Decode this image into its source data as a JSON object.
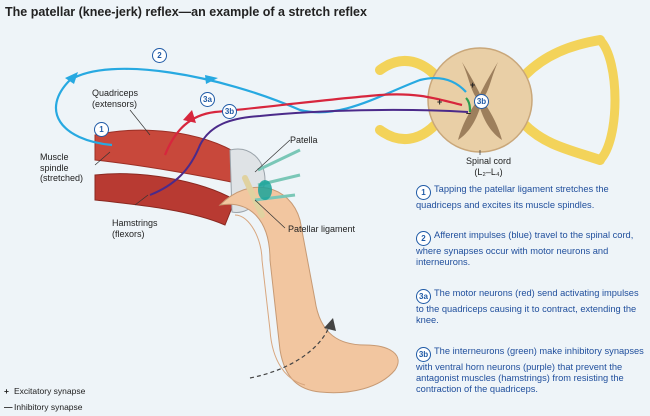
{
  "title": "The patellar (knee-jerk) reflex—an example of a stretch reflex",
  "labels": {
    "quadriceps": "Quadriceps",
    "quadriceps_sub": "(extensors)",
    "muscle_spindle_1": "Muscle",
    "muscle_spindle_2": "spindle",
    "muscle_spindle_3": "(stretched)",
    "hamstrings": "Hamstrings",
    "hamstrings_sub": "(flexors)",
    "patella": "Patella",
    "patellar_ligament": "Patellar ligament",
    "spinal_cord": "Spinal cord",
    "spinal_cord_levels": "(L₂–L₄)"
  },
  "markers": {
    "m1": "1",
    "m2": "2",
    "m3a": "3a",
    "m3b": "3b"
  },
  "steps": [
    {
      "num": "1",
      "text": "Tapping the patellar ligament stretches the quadriceps and excites its muscle spindles."
    },
    {
      "num": "2",
      "text": "Afferent impulses (blue) travel to the spinal cord, where synapses occur with motor neurons and interneurons."
    },
    {
      "num": "3a",
      "text": "The motor neurons (red) send activating impulses to the quadriceps causing it to contract, extending the knee."
    },
    {
      "num": "3b",
      "text": "The interneurons (green) make inhibitory synapses with ventral horn neurons (purple) that prevent the antagonist muscles (hamstrings) from resisting the contraction of the quadriceps."
    }
  ],
  "legend": {
    "excitatory_symbol": "+",
    "excitatory": "Excitatory synapse",
    "inhibitory_symbol": "—",
    "inhibitory": "Inhibitory synapse"
  },
  "cord_signs": {
    "plus1": "+",
    "plus2": "+",
    "minus": "–"
  },
  "colors": {
    "afferent": "#27a9e1",
    "motor": "#d7263d",
    "inhibitory_neuron": "#2e9e4f",
    "ventral_horn": "#4b2a8a",
    "text_blue": "#1f4e9c",
    "muscle": "#c8483b",
    "skin": "#f2c6a0",
    "nerve_yellow": "#f3d35a"
  }
}
